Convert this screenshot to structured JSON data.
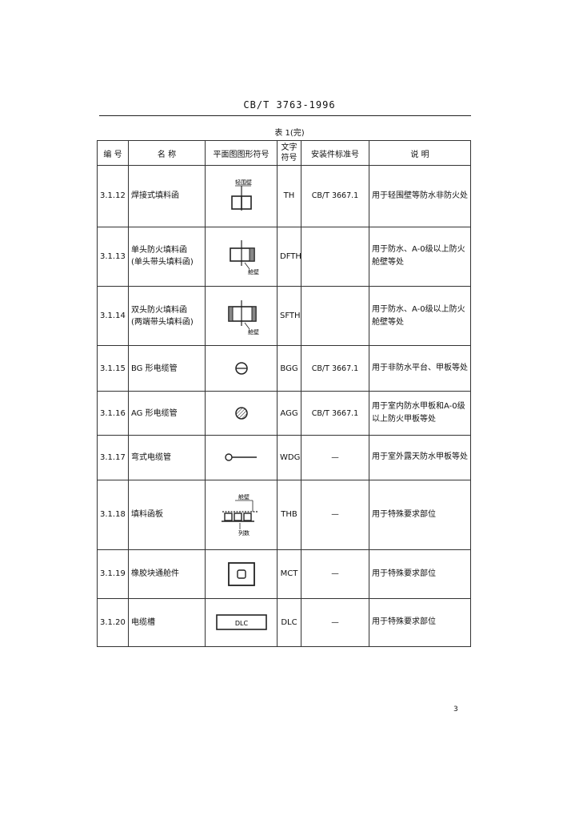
{
  "header": {
    "title": "CB/T 3763-1996"
  },
  "table": {
    "caption": "表 1(完)",
    "columns": {
      "number": "编  号",
      "name": "名      称",
      "symbol": "平面图图形符号",
      "code": "文字\n符号",
      "standard": "安装件标准号",
      "description": "说      明"
    },
    "rows": [
      {
        "number": "3.1.12",
        "name": "焊接式填料函",
        "code": "TH",
        "standard": "CB/T 3667.1",
        "description": "用于轻围壁等防水非防火处",
        "symbol_icon": "welded-stuffing-box-symbol",
        "symbol_label": "轻围壁"
      },
      {
        "number": "3.1.13",
        "name": "单头防火填料函\n(单头带头填料函)",
        "code": "DFTH",
        "standard": "",
        "description": "用于防水、A-0级以上防火舱壁等处",
        "symbol_icon": "single-fire-stuffing-box-symbol",
        "symbol_label": "舱壁"
      },
      {
        "number": "3.1.14",
        "name": "双头防火填料函\n(两端带头填料函)",
        "code": "SFTH",
        "standard": "",
        "description": "用于防水、A-0级以上防火舱壁等处",
        "symbol_icon": "double-fire-stuffing-box-symbol",
        "symbol_label": "舱壁"
      },
      {
        "number": "3.1.15",
        "name": "BG 形电缆管",
        "code": "BGG",
        "standard": "CB/T 3667.1",
        "description": "用于非防水平台、甲板等处",
        "symbol_icon": "bg-cable-pipe-symbol",
        "symbol_label": ""
      },
      {
        "number": "3.1.16",
        "name": "AG 形电缆管",
        "code": "AGG",
        "standard": "CB/T 3667.1",
        "description": "用于室内防水甲板和A-0级以上防火甲板等处",
        "symbol_icon": "ag-cable-pipe-symbol",
        "symbol_label": ""
      },
      {
        "number": "3.1.17",
        "name": "弯式电缆管",
        "code": "WDG",
        "standard": "—",
        "description": "用于室外露天防水甲板等处",
        "symbol_icon": "bent-cable-pipe-symbol",
        "symbol_label": ""
      },
      {
        "number": "3.1.18",
        "name": "填料函板",
        "code": "THB",
        "standard": "—",
        "description": "用于特殊要求部位",
        "symbol_icon": "stuffing-box-plate-symbol",
        "symbol_label": "舱壁",
        "symbol_label2": "列数"
      },
      {
        "number": "3.1.19",
        "name": "橡胶块通舱件",
        "code": "MCT",
        "standard": "—",
        "description": "用于特殊要求部位",
        "symbol_icon": "rubber-block-transit-symbol",
        "symbol_label": ""
      },
      {
        "number": "3.1.20",
        "name": "电缆槽",
        "code": "DLC",
        "standard": "—",
        "description": "用于特殊要求部位",
        "symbol_icon": "cable-trough-symbol",
        "symbol_label": "DLC"
      }
    ]
  },
  "page_number": "3"
}
